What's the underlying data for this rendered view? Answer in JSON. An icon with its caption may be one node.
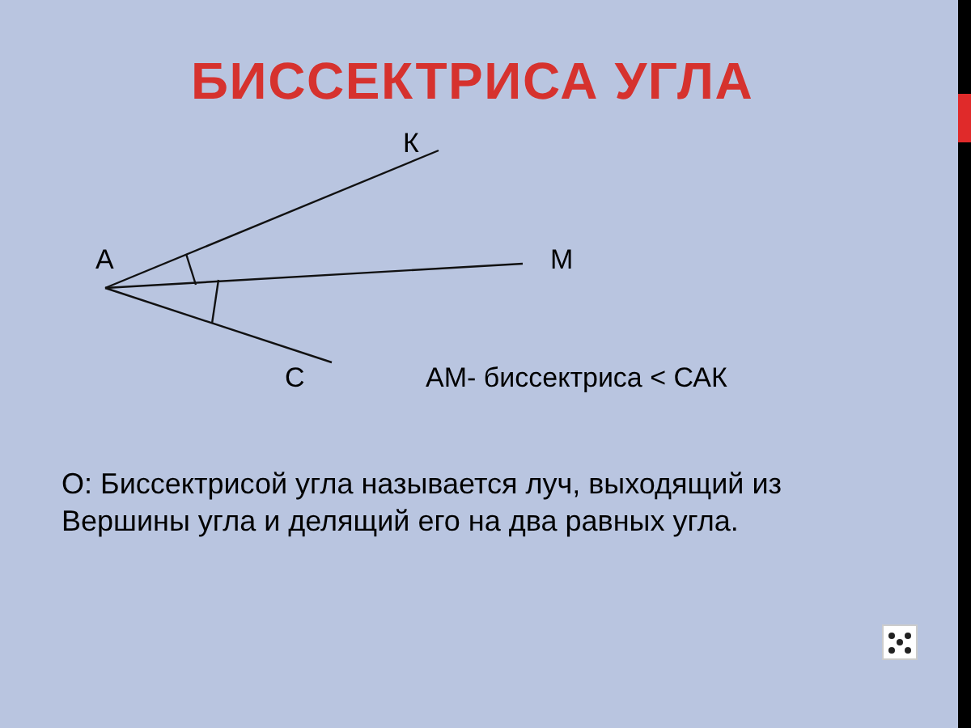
{
  "diagram": {
    "title": "БИССЕКТРИСА УГЛА",
    "labels": [
      "К",
      "А",
      "М",
      "С",
      "АМ- биссектриса < САК",
      "О: Биссектрисой угла называется луч, выходящий из Вершины угла и делящий его на два равных угла."
    ]
  }
}
